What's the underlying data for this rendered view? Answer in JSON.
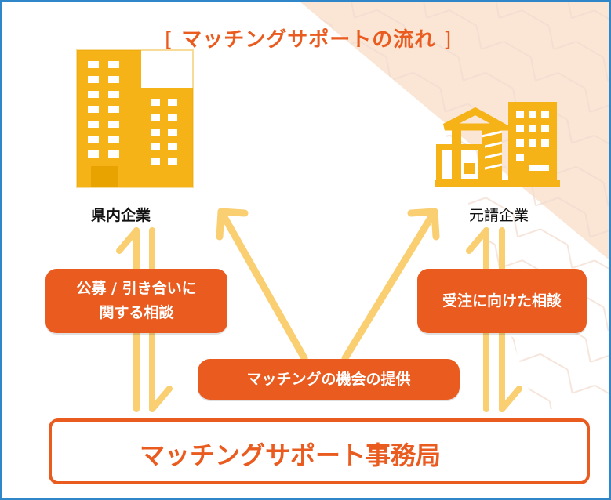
{
  "title": {
    "open_bracket": "[",
    "text": "マッチングサポートの流れ",
    "close_bracket": "]"
  },
  "nodes": {
    "prefecture_company": "県内企業",
    "prime_contractor": "元請企業",
    "office": "マッチングサポート事務局"
  },
  "consultations": {
    "left_line1": "公募 / 引き合いに",
    "left_line2": "関する相談",
    "right": "受注に向けた相談",
    "center": "マッチングの機会の提供"
  },
  "icons": [
    "office-building-icon",
    "construction-building-icon",
    "people-icon"
  ],
  "colors": {
    "accent": "#e95b1f",
    "building": "#f5b317",
    "arrow": "#f9cf72",
    "frame": "#2f86c9"
  }
}
